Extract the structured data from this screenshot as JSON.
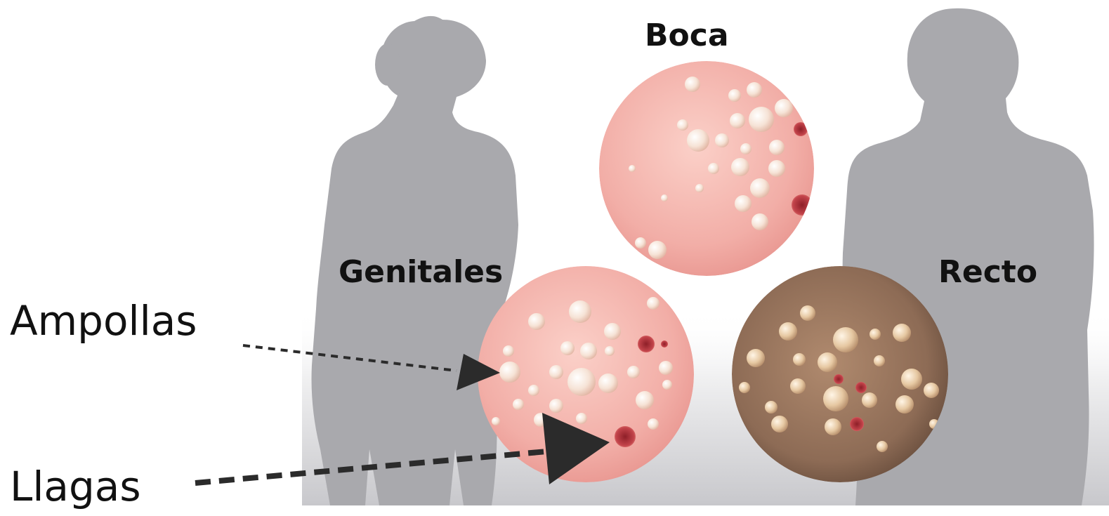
{
  "labels": {
    "boca": "Boca",
    "genitales": "Genitales",
    "recto": "Recto",
    "ampollas": "Ampollas",
    "llagas": "Llagas"
  },
  "colors": {
    "silhouette": "#a9a9ad",
    "skin_light": "#f2b3ad",
    "skin_dark": "#8b6a55",
    "blister": "#f6e6d8",
    "sore": "#b8323a",
    "arrow": "#2b2b2b",
    "text": "#111111"
  },
  "icons": [
    "woman-silhouette-icon",
    "man-silhouette-icon",
    "arrow-icon"
  ]
}
